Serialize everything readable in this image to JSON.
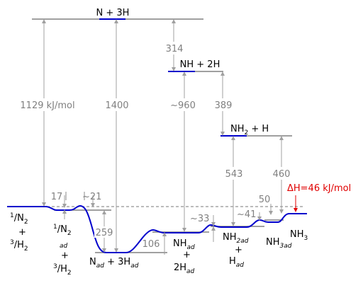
{
  "species": {
    "n_3h": "N + 3H",
    "nh_2h": "NH + 2H",
    "nh2_h_main": "NH",
    "nh2_h_sub": "2",
    "nh2_h_rest": " + H",
    "left_half": "1",
    "left_n": "N",
    "left_n_sub": "2",
    "left_plus": "+",
    "left_three": "3",
    "left_h": "H",
    "left_h_sub": "2",
    "ad_half": "1",
    "ad_n": "N",
    "ad_n_sub": "2",
    "ad_sub": "ad",
    "ad_plus": "+",
    "ad_three": "3",
    "ad_h": "H",
    "ad_h_sub": "2",
    "nad_label": "N",
    "nad_sub": "ad",
    "nad_plus": " + 3H",
    "nad_sub2": "ad",
    "nhad_nh": "NH",
    "nhad_sub": "ad",
    "nhad_plus": "+",
    "nhad_2h": "2H",
    "nhad_sub2": "ad",
    "nh2ad_nh": "NH",
    "nh2ad_sub": "2ad",
    "nh2ad_plus": "+",
    "nh2ad_h": "H",
    "nh2ad_sub2": "ad",
    "nh3ad_nh": "NH",
    "nh3ad_sub": "3ad",
    "nh3_nh": "NH",
    "nh3_sub": "3"
  },
  "energies": {
    "e1129": "1129 kJ/mol",
    "e1400": "1400",
    "e314": "314",
    "e960": "~960",
    "e389": "389",
    "e543": "543",
    "e460": "460",
    "e17": "17",
    "e21": "~21",
    "e259": "259",
    "e106": "106",
    "e33": "~33",
    "e41": "~41",
    "e50": "50",
    "dh": "ΔH=46 kJ/mol"
  },
  "colors": {
    "surface_path": "#0000cc",
    "gas_levels": "#808080",
    "delta_h": "#e00000"
  }
}
